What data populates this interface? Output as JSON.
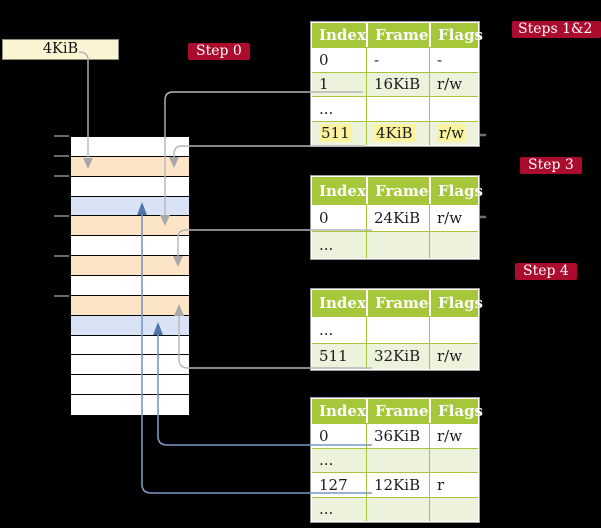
{
  "colors": {
    "badge_bg": "#ab0c2e",
    "table_header_bg": "#a5c739",
    "table_grid": "#a5c739",
    "row_alt": "#edf2dd",
    "row_white": "#ffffff",
    "highlight": "#fbf39d",
    "frame_box_bg": "#fcf3d3",
    "frame_box_border": "#8b8b79",
    "peach": "#fce4c7",
    "blue": "#d8e4f6",
    "grey_line": "#b6b6b6",
    "grey_arrow": "#a8a8a8",
    "blue_line": "#7b97c2",
    "blue_arrow": "#4e74a9",
    "tick": "#8a8a8a"
  },
  "frame_label": {
    "text": "4KiB"
  },
  "badges": {
    "step0": "Step 0",
    "steps12": "Steps 1&2",
    "step3": "Step 3",
    "step4": "Step 4"
  },
  "memory": {
    "rows": [
      "white",
      "peach",
      "white",
      "blue",
      "peach",
      "white",
      "peach",
      "white",
      "peach",
      "blue",
      "white",
      "white",
      "white",
      "white"
    ],
    "tick_ys": [
      136,
      156,
      176,
      216,
      256,
      296
    ]
  },
  "tables": [
    {
      "id": "table-1",
      "step": "Steps 1&2",
      "headers": [
        "Index",
        "Frame",
        "Flags"
      ],
      "rows": [
        {
          "cells": [
            "0",
            "-",
            "-"
          ],
          "alt": false,
          "highlight": false
        },
        {
          "cells": [
            "1",
            "16KiB",
            "r/w"
          ],
          "alt": true,
          "highlight": false
        },
        {
          "cells": [
            "...",
            "",
            ""
          ],
          "alt": false,
          "highlight": false
        },
        {
          "cells": [
            "511",
            "4KiB",
            "r/w"
          ],
          "alt": true,
          "highlight": true
        }
      ]
    },
    {
      "id": "table-2",
      "step": "Step 3",
      "headers": [
        "Index",
        "Frame",
        "Flags"
      ],
      "rows": [
        {
          "cells": [
            "0",
            "24KiB",
            "r/w"
          ],
          "alt": false,
          "highlight": false
        },
        {
          "cells": [
            "...",
            "",
            ""
          ],
          "alt": true,
          "highlight": false
        }
      ]
    },
    {
      "id": "table-3",
      "step": "Step 4",
      "headers": [
        "Index",
        "Frame",
        "Flags"
      ],
      "rows": [
        {
          "cells": [
            "...",
            "",
            ""
          ],
          "alt": false,
          "highlight": false
        },
        {
          "cells": [
            "511",
            "32KiB",
            "r/w"
          ],
          "alt": true,
          "highlight": false
        }
      ]
    },
    {
      "id": "table-4",
      "step": "",
      "headers": [
        "Index",
        "Frame",
        "Flags"
      ],
      "rows": [
        {
          "cells": [
            "0",
            "36KiB",
            "r/w"
          ],
          "alt": false,
          "highlight": false
        },
        {
          "cells": [
            "...",
            "",
            ""
          ],
          "alt": true,
          "highlight": false
        },
        {
          "cells": [
            "127",
            "12KiB",
            "r"
          ],
          "alt": false,
          "highlight": false
        },
        {
          "cells": [
            "...",
            "",
            ""
          ],
          "alt": true,
          "highlight": false
        }
      ]
    }
  ],
  "connections": [
    {
      "source": "frame-size-label-4KiB",
      "target_memory_row": 2,
      "style": "grey"
    },
    {
      "source": "table-1 entry 1 (16KiB)",
      "target_memory_row": 5,
      "style": "grey"
    },
    {
      "source": "table-1 entry 511 (4KiB)",
      "target_memory_row": 2,
      "style": "grey"
    },
    {
      "source": "table-2 entry 0 (24KiB)",
      "target_memory_row": 7,
      "style": "grey"
    },
    {
      "source": "table-3 entry 511 (32KiB)",
      "target_memory_row": 9,
      "style": "grey"
    },
    {
      "source": "table-4 entry 0 (36KiB)",
      "target_memory_row": 10,
      "style": "blue"
    },
    {
      "source": "table-4 entry 127 (12KiB)",
      "target_memory_row": 4,
      "style": "blue"
    }
  ]
}
